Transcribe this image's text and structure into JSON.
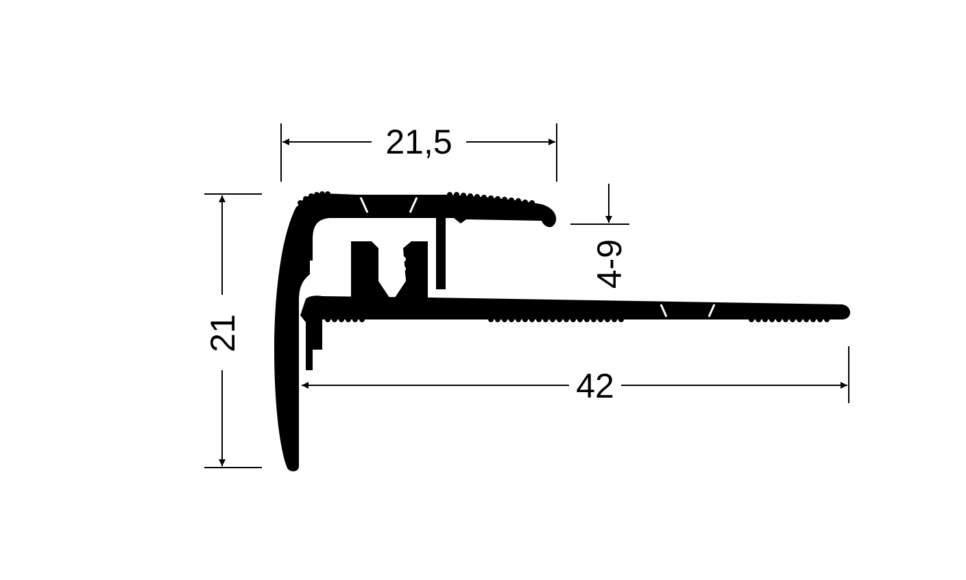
{
  "dimensions": {
    "top_width": "21,5",
    "height": "21",
    "adjust_range": "4-9",
    "bottom_width": "42"
  },
  "colors": {
    "profile_fill": "#000000",
    "line": "#000000",
    "background": "#ffffff"
  }
}
